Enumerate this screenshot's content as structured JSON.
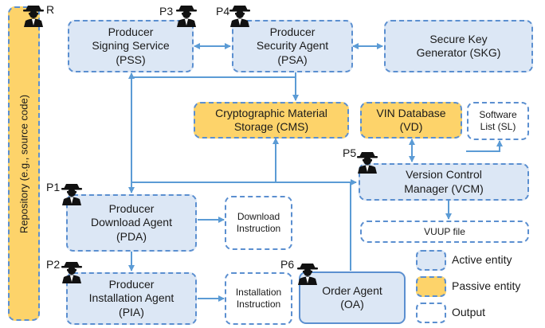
{
  "repository": {
    "label": "Repository  (e.g., source code)"
  },
  "nodes": {
    "pss": {
      "line1": "Producer",
      "line2": "Signing Service",
      "line3": "(PSS)"
    },
    "psa": {
      "line1": "Producer",
      "line2": "Security Agent",
      "line3": "(PSA)"
    },
    "skg": {
      "line1": "Secure Key",
      "line2": "Generator (SKG)"
    },
    "cms": {
      "line1": "Cryptographic Material",
      "line2": "Storage (CMS)"
    },
    "vd": {
      "line1": "VIN Database",
      "line2": "(VD)"
    },
    "sl": {
      "line1": "Software",
      "line2": "List (SL)"
    },
    "vcm": {
      "line1": "Version Control",
      "line2": "Manager (VCM)"
    },
    "pda": {
      "line1": "Producer",
      "line2": "Download Agent",
      "line3": "(PDA)"
    },
    "pia": {
      "line1": "Producer",
      "line2": "Installation Agent",
      "line3": "(PIA)"
    },
    "di": {
      "line1": "Download",
      "line2": "Instruction"
    },
    "ii": {
      "line1": "Installation",
      "line2": "Instruction"
    },
    "vuup": {
      "line1": "VUUP file"
    },
    "oa": {
      "line1": "Order Agent",
      "line2": "(OA)"
    }
  },
  "threat_labels": {
    "r": "R",
    "p1": "P1",
    "p2": "P2",
    "p3": "P3",
    "p4": "P4",
    "p5": "P5",
    "p6": "P6"
  },
  "legend": {
    "active": "Active entity",
    "passive": "Passive entity",
    "output": "Output"
  },
  "colors": {
    "active_fill": "#dce7f5",
    "passive_fill": "#fdd36a",
    "border": "#5b8fd0",
    "arrow": "#5b9bd5"
  }
}
